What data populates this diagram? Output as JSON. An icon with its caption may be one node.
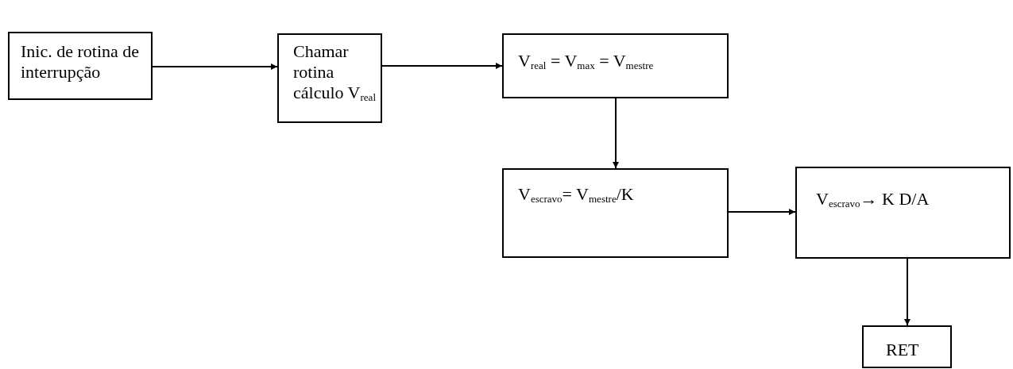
{
  "diagram": {
    "nodes": [
      {
        "text": [
          "Inic. de rotina de interrupção"
        ]
      },
      {
        "text": [
          "Chamar rotina cálculo V$_{real}$"
        ]
      },
      {
        "text": [
          "V$_{real}$  = V$_{max}$ = V$_{mestre}$"
        ]
      },
      {
        "text": [
          "V$_{escravo}$= V$_{mestre}$/K"
        ]
      },
      {
        "text": [
          "V$_{escravo}$→ K D/A"
        ]
      },
      {
        "text": [
          "RET"
        ]
      }
    ],
    "edges": [
      {
        "from": 0,
        "to": 1,
        "arrow": "to"
      },
      {
        "from": 1,
        "to": 2,
        "arrow": "to"
      },
      {
        "from": 2,
        "to": 3,
        "arrow": "to"
      },
      {
        "from": 3,
        "to": 4,
        "arrow": "to"
      },
      {
        "from": 4,
        "to": 5,
        "arrow": "to"
      }
    ]
  }
}
